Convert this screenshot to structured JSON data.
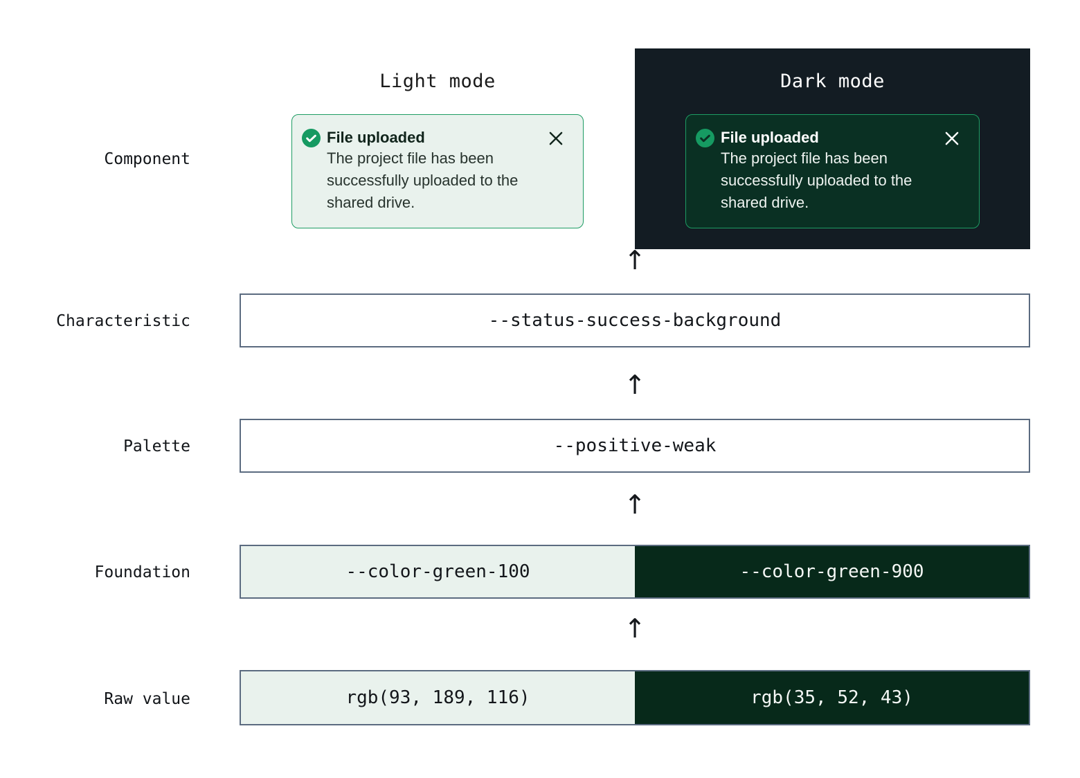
{
  "headers": {
    "light": "Light mode",
    "dark": "Dark mode"
  },
  "toast": {
    "title": "File uploaded",
    "body": "The project file has been successfully uploaded to the shared drive."
  },
  "labels": {
    "component": "Component",
    "characteristic": "Characteristic",
    "palette": "Palette",
    "foundation": "Foundation",
    "raw": "Raw value"
  },
  "tokens": {
    "characteristic": "--status-success-background",
    "palette": "--positive-weak",
    "foundation_light": "--color-green-100",
    "foundation_dark": "--color-green-900",
    "raw_light": "rgb(93, 189, 116)",
    "raw_dark": "rgb(35, 52, 43)"
  },
  "arrow_glyph": "↑",
  "colors": {
    "accent_green": "#169a62",
    "toast_border_green": "#1d9c63",
    "light_toast_bg": "#e9f2ed",
    "dark_toast_bg": "#0a3023",
    "dark_panel_bg": "#131c23",
    "foundation_light_bg": "#e9f2ed",
    "foundation_dark_bg": "#07291a",
    "box_border": "#5b6b80"
  }
}
